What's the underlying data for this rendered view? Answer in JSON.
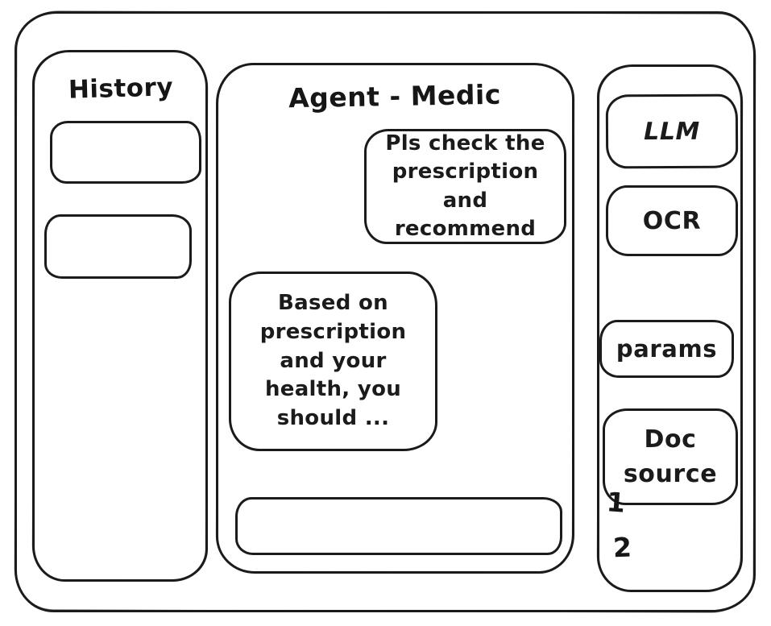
{
  "app": {
    "history_panel": {
      "title": "History",
      "items": [
        {
          "label": ""
        },
        {
          "label": ""
        }
      ]
    },
    "chat_panel": {
      "title": "Agent - Medic",
      "messages": [
        {
          "role": "user",
          "text": "Pls check the prescription and recommend"
        },
        {
          "role": "assistant",
          "text": "Based on prescription and your health, you should ..."
        }
      ],
      "input": {
        "value": "",
        "placeholder": ""
      }
    },
    "tools_panel": {
      "llm_label": "LLM",
      "ocr_label": "OCR",
      "params_label": "params",
      "doc_source_label": "Doc source",
      "doc_source_items": [
        "1",
        "2"
      ]
    },
    "colors": {
      "stroke": "#1b1b1b",
      "background": "#ffffff"
    }
  }
}
